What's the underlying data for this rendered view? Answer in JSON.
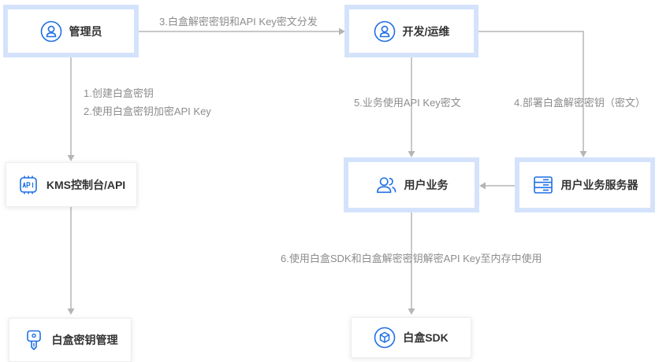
{
  "colors": {
    "accent": "#1f6fe5",
    "highlight_border": "#d4e3fb",
    "connector": "#b5b5b5",
    "label": "#8c8c8c"
  },
  "nodes": {
    "admin": {
      "label": "管理员",
      "icon": "user-icon"
    },
    "devops": {
      "label": "开发/运维",
      "icon": "user-icon"
    },
    "kms": {
      "label": "KMS控制台/API",
      "icon": "api-icon"
    },
    "user_business": {
      "label": "用户业务",
      "icon": "users-icon"
    },
    "user_server": {
      "label": "用户业务服务器",
      "icon": "server-icon"
    },
    "key_mgmt": {
      "label": "白盒密钥管理",
      "icon": "key-icon"
    },
    "sdk": {
      "label": "白盒SDK",
      "icon": "cube-icon"
    }
  },
  "edges": {
    "step1": "1.创建白盒密钥",
    "step2": "2.使用白盒密钥加密API Key",
    "step3": "3.白盒解密密钥和API Key密文分发",
    "step4": "4.部署白盒解密密钥（密文）",
    "step5": "5.业务使用API Key密文",
    "step6": "6.使用白盒SDK和白盒解密密钥解密API Key至内存中使用"
  }
}
